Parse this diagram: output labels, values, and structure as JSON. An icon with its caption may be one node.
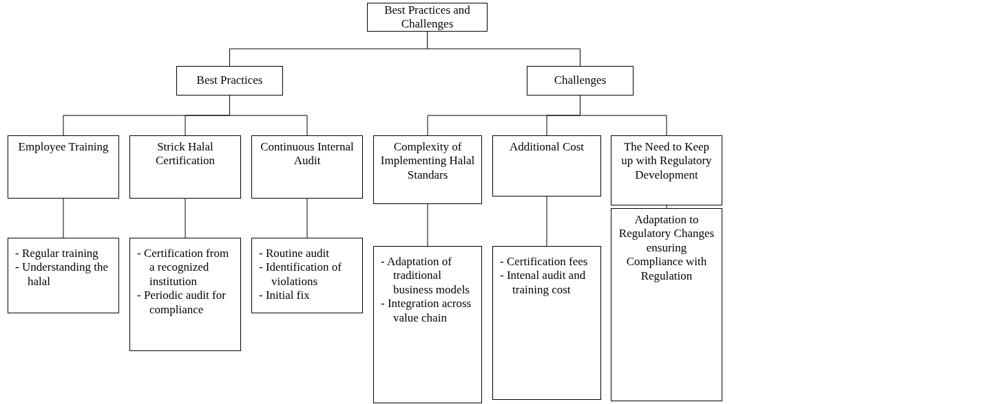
{
  "diagram": {
    "nodes": [
      {
        "text": [
          "Best Practices and Challenges"
        ]
      },
      {
        "text": [
          "Best Practices"
        ]
      },
      {
        "text": [
          "Challenges"
        ]
      },
      {
        "text": [
          "Employee Training"
        ]
      },
      {
        "text": [
          "Strick Halal Certification"
        ]
      },
      {
        "text": [
          "Continuous Internal Audit"
        ]
      },
      {
        "text": [
          "Complexity of Implementing Halal Standars"
        ]
      },
      {
        "text": [
          "Additional Cost"
        ]
      },
      {
        "text": [
          "The Need to Keep up with Regulatory Development"
        ]
      },
      {
        "text": [
          "- Regular training",
          "- Understanding the halal"
        ]
      },
      {
        "text": [
          "- Certification from a recognized institution",
          "- Periodic audit for compliance"
        ]
      },
      {
        "text": [
          "- Routine audit",
          "- Identification of violations",
          "- Initial fix"
        ]
      },
      {
        "text": [
          "- Adaptation of traditional business models",
          "- Integration across value chain"
        ]
      },
      {
        "text": [
          "- Certification fees",
          "- Intenal audit and training cost"
        ]
      },
      {
        "text": [
          "Adaptation to Regulatory Changes ensuring Compliance with Regulation"
        ]
      }
    ],
    "edges": [
      {
        "from": 0,
        "to": 1,
        "arrow": "none"
      },
      {
        "from": 0,
        "to": 2,
        "arrow": "none"
      },
      {
        "from": 1,
        "to": 3,
        "arrow": "none"
      },
      {
        "from": 1,
        "to": 4,
        "arrow": "none"
      },
      {
        "from": 1,
        "to": 5,
        "arrow": "none"
      },
      {
        "from": 2,
        "to": 6,
        "arrow": "none"
      },
      {
        "from": 2,
        "to": 7,
        "arrow": "none"
      },
      {
        "from": 2,
        "to": 8,
        "arrow": "none"
      },
      {
        "from": 3,
        "to": 9,
        "arrow": "none"
      },
      {
        "from": 4,
        "to": 10,
        "arrow": "none"
      },
      {
        "from": 5,
        "to": 11,
        "arrow": "none"
      },
      {
        "from": 6,
        "to": 12,
        "arrow": "none"
      },
      {
        "from": 7,
        "to": 13,
        "arrow": "none"
      },
      {
        "from": 8,
        "to": 14,
        "arrow": "none"
      }
    ]
  }
}
